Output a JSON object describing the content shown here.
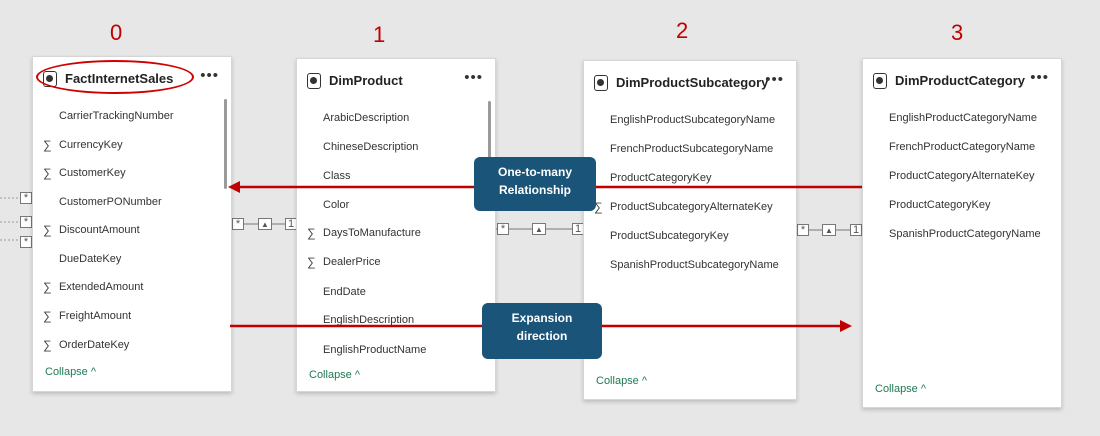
{
  "colors": {
    "accent_red": "#c00000",
    "callout_bg": "#1b5479",
    "link_green": "#1e7a54"
  },
  "numbers": [
    "0",
    "1",
    "2",
    "3"
  ],
  "collapse_label": "Collapse ^",
  "icons": {
    "table": "table-icon",
    "more": "ellipsis-icon",
    "sigma": "sigma-icon"
  },
  "tables": [
    {
      "title": "FactInternetSales",
      "fields": [
        {
          "name": "CarrierTrackingNumber",
          "sigma": false
        },
        {
          "name": "CurrencyKey",
          "sigma": true
        },
        {
          "name": "CustomerKey",
          "sigma": true
        },
        {
          "name": "CustomerPONumber",
          "sigma": false
        },
        {
          "name": "DiscountAmount",
          "sigma": true
        },
        {
          "name": "DueDateKey",
          "sigma": false
        },
        {
          "name": "ExtendedAmount",
          "sigma": true
        },
        {
          "name": "FreightAmount",
          "sigma": true
        },
        {
          "name": "OrderDateKey",
          "sigma": true
        }
      ]
    },
    {
      "title": "DimProduct",
      "fields": [
        {
          "name": "ArabicDescription",
          "sigma": false
        },
        {
          "name": "ChineseDescription",
          "sigma": false
        },
        {
          "name": "Class",
          "sigma": false
        },
        {
          "name": "Color",
          "sigma": false
        },
        {
          "name": "DaysToManufacture",
          "sigma": true
        },
        {
          "name": "DealerPrice",
          "sigma": true
        },
        {
          "name": "EndDate",
          "sigma": false
        },
        {
          "name": "EnglishDescription",
          "sigma": false
        },
        {
          "name": "EnglishProductName",
          "sigma": false
        }
      ]
    },
    {
      "title": "DimProductSubcategory",
      "fields": [
        {
          "name": "EnglishProductSubcategoryName",
          "sigma": false
        },
        {
          "name": "FrenchProductSubcategoryName",
          "sigma": false
        },
        {
          "name": "ProductCategoryKey",
          "sigma": false
        },
        {
          "name": "ProductSubcategoryAlternateKey",
          "sigma": true
        },
        {
          "name": "ProductSubcategoryKey",
          "sigma": false
        },
        {
          "name": "SpanishProductSubcategoryName",
          "sigma": false
        }
      ]
    },
    {
      "title": "DimProductCategory",
      "fields": [
        {
          "name": "EnglishProductCategoryName",
          "sigma": false
        },
        {
          "name": "FrenchProductCategoryName",
          "sigma": false
        },
        {
          "name": "ProductCategoryAlternateKey",
          "sigma": false
        },
        {
          "name": "ProductCategoryKey",
          "sigma": false
        },
        {
          "name": "SpanishProductCategoryName",
          "sigma": false
        }
      ]
    }
  ],
  "relationship_labels": {
    "many": "*",
    "one": "1",
    "filter": "▲"
  },
  "callouts": {
    "relationship": {
      "line1": "One-to-many",
      "line2": "Relationship"
    },
    "expansion": {
      "line1": "Expansion",
      "line2": "direction"
    }
  }
}
